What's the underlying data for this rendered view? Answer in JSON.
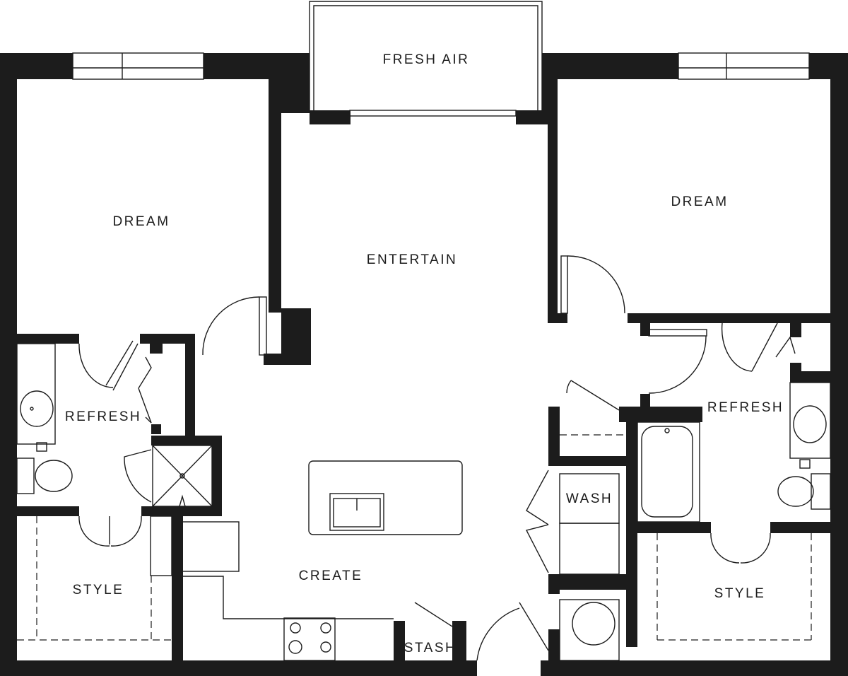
{
  "plan": {
    "rooms": {
      "fresh_air": "FRESH AIR",
      "dream_left": "DREAM",
      "entertain": "ENTERTAIN",
      "dream_right": "DREAM",
      "refresh_left": "REFRESH",
      "refresh_right": "REFRESH",
      "wash": "WASH",
      "create": "CREATE",
      "style_left": "STYLE",
      "style_right": "STYLE",
      "stash": "STASH"
    },
    "colors": {
      "wall": "#1c1c1c",
      "background": "#ffffff"
    }
  }
}
